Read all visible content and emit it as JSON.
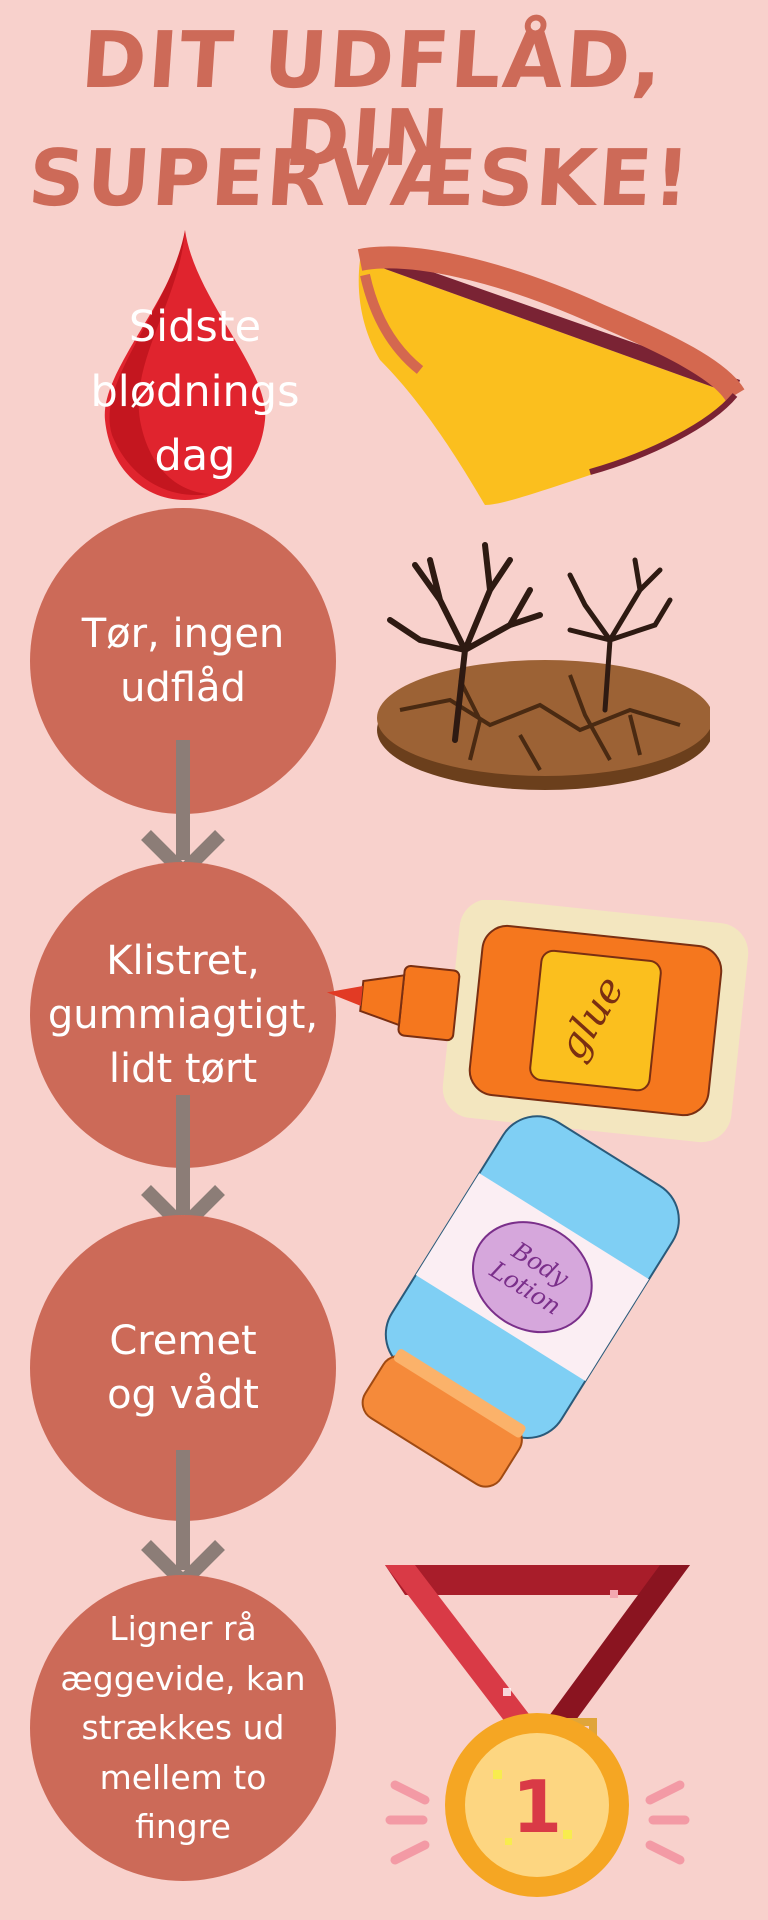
{
  "title_line1": "DIT UDFLÅD, DIN",
  "title_line2": "SUPERVÆSKE!",
  "steps": [
    {
      "label_lines": [
        "Sidste",
        "blødnings",
        "dag"
      ]
    },
    {
      "label_lines": [
        "Tør, ingen",
        "udflåd"
      ]
    },
    {
      "label_lines": [
        "Klistret,",
        "gummiagtigt,",
        "lidt tørt"
      ]
    },
    {
      "label_lines": [
        "Cremet",
        "og vådt"
      ]
    },
    {
      "label_lines": [
        "Ligner rå",
        "æggevide, kan",
        "strækkes ud",
        "mellem to",
        "fingre"
      ]
    }
  ],
  "glue_label": "glue",
  "lotion_label_line1": "Body",
  "lotion_label_line2": "Lotion",
  "medal_number": "1",
  "colors": {
    "background": "#f8d1cc",
    "circle": "#cc6a58",
    "arrow": "#8c7d77",
    "title": "#cd6a58",
    "drop": "#e0242e"
  }
}
